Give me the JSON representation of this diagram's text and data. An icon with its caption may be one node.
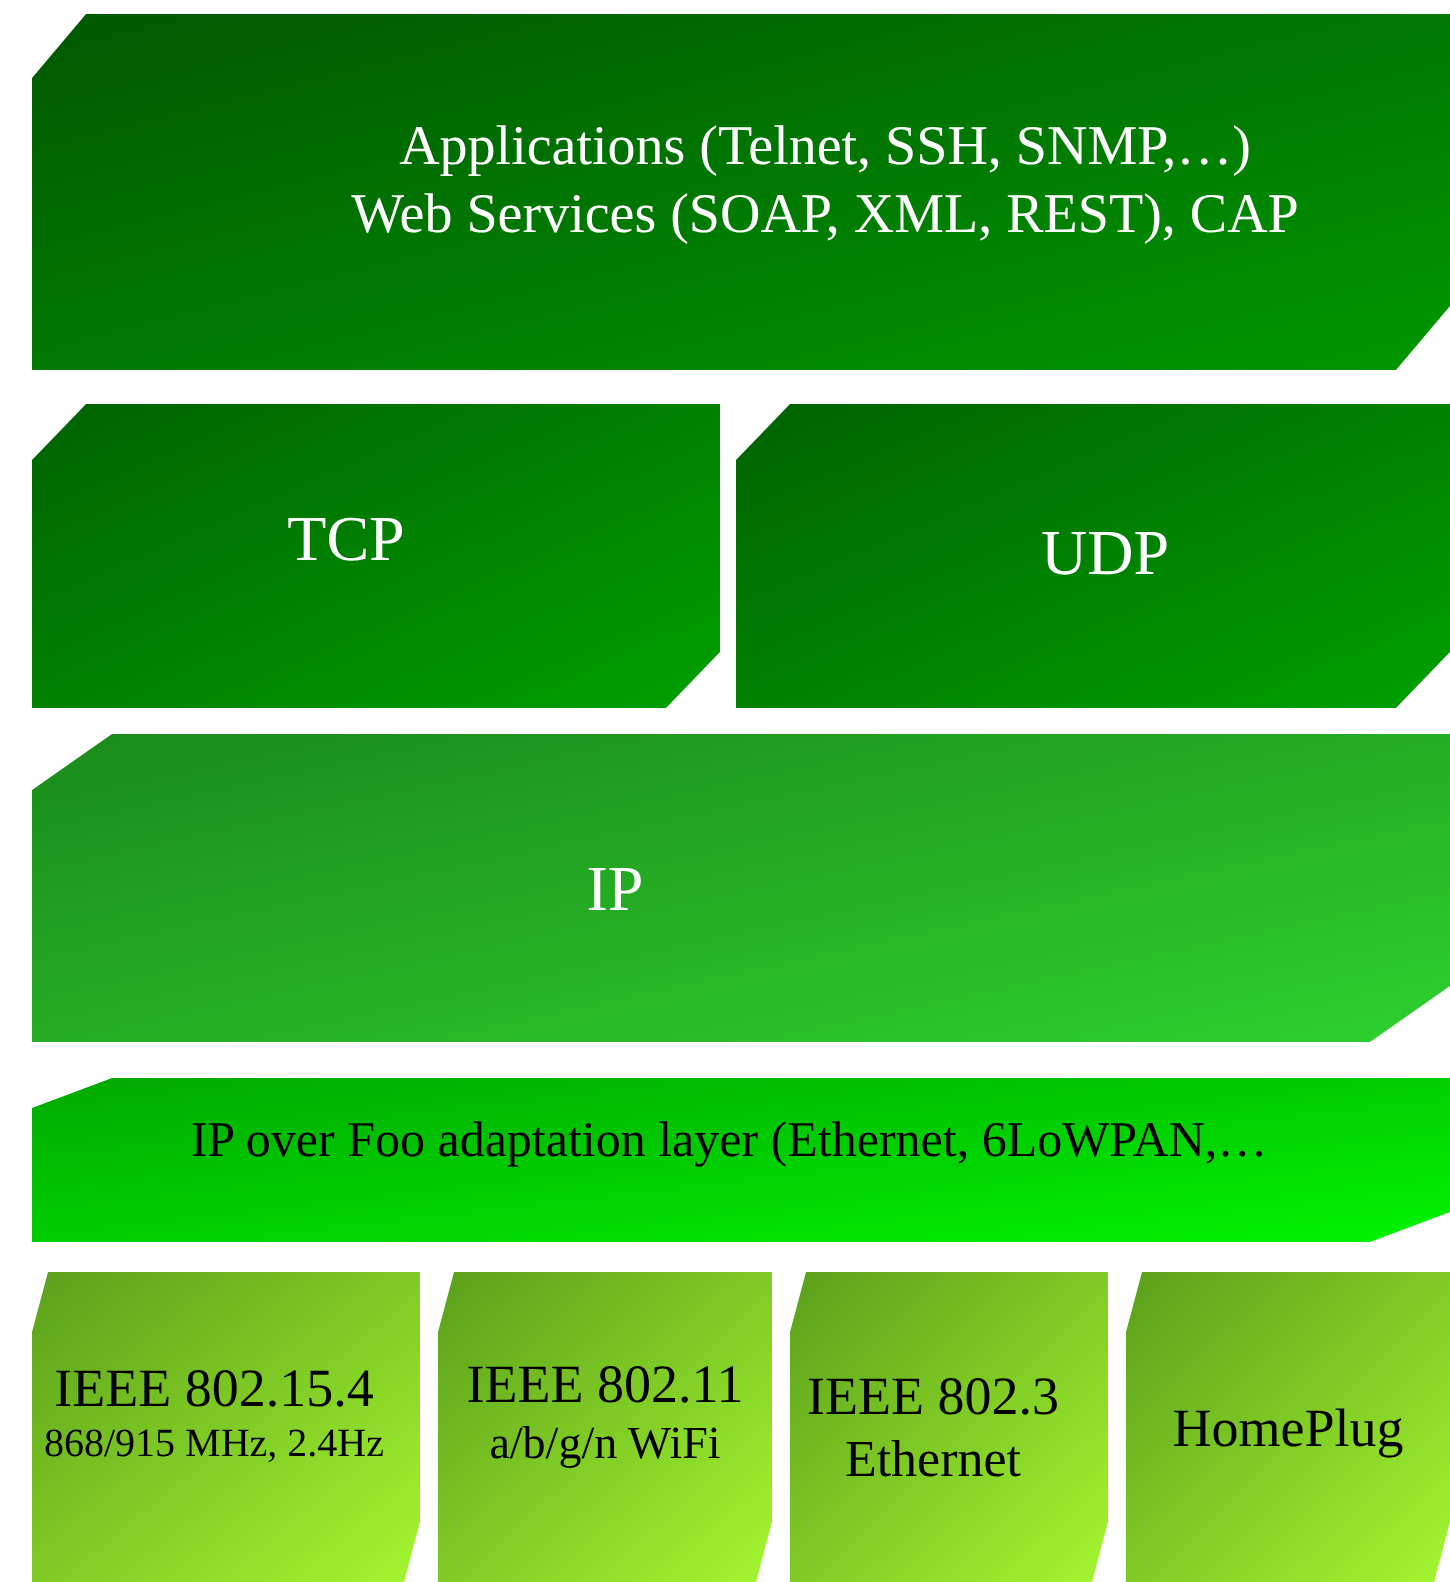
{
  "diagram": {
    "nodes": [
      {
        "text": [
          "Applications (Telnet, SSH, SNMP,…)",
          "Web Services (SOAP, XML, REST), CAP"
        ]
      },
      {
        "text": [
          "TCP"
        ]
      },
      {
        "text": [
          "UDP"
        ]
      },
      {
        "text": [
          "IP"
        ]
      },
      {
        "text": [
          "IP over Foo adaptation layer (Ethernet, 6LoWPAN,…"
        ]
      },
      {
        "text": [
          "IEEE 802.15.4",
          "868/915 MHz, 2.4Hz"
        ]
      },
      {
        "text": [
          "IEEE 802.11",
          "a/b/g/n WiFi"
        ]
      },
      {
        "text": [
          "IEEE 802.3",
          "Ethernet"
        ]
      },
      {
        "text": [
          "HomePlug"
        ]
      }
    ]
  }
}
